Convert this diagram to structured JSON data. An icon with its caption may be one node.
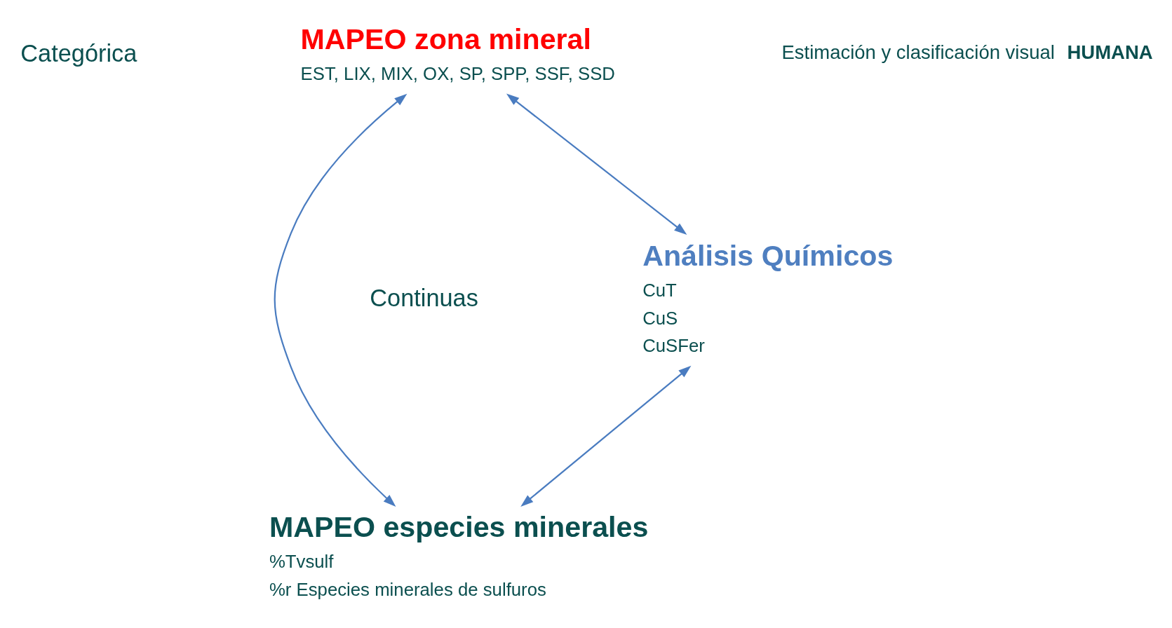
{
  "diagram": {
    "nodes": [
      {
        "text": [
          "MAPEO zona mineral",
          "EST, LIX, MIX, OX, SP, SPP, SSF, SSD"
        ]
      },
      {
        "text": [
          "Análisis Químicos",
          "CuT",
          "CuS",
          "CuSFer"
        ]
      },
      {
        "text": [
          "MAPEO especies minerales",
          "%Tvsulf",
          "%r Especies minerales de sulfuros"
        ]
      }
    ],
    "edges": [
      {
        "from": 0,
        "to": 1,
        "arrow": "both"
      },
      {
        "from": 0,
        "to": 2,
        "arrow": "both"
      },
      {
        "from": 1,
        "to": 2,
        "arrow": "both"
      }
    ],
    "labels": [
      "Estimación y clasificación visual **HUMANA**",
      "Categórica",
      "Continuas"
    ]
  }
}
